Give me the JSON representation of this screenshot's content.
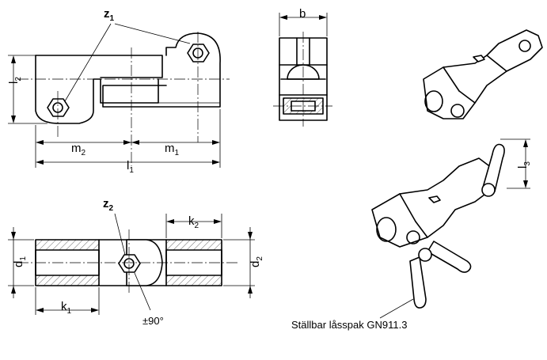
{
  "labels": {
    "z1": {
      "base": "z",
      "sub": "1"
    },
    "z2": {
      "base": "z",
      "sub": "2"
    },
    "b": "b",
    "l1": {
      "base": "l",
      "sub": "1"
    },
    "l2": {
      "base": "l",
      "sub": "2"
    },
    "l3": {
      "base": "l",
      "sub": "3"
    },
    "m1": {
      "base": "m",
      "sub": "1"
    },
    "m2": {
      "base": "m",
      "sub": "2"
    },
    "k1": {
      "base": "k",
      "sub": "1"
    },
    "k2": {
      "base": "k",
      "sub": "2"
    },
    "d1": {
      "base": "d",
      "sub": "1"
    },
    "d2": {
      "base": "d",
      "sub": "2"
    },
    "rotation": "±90°"
  },
  "caption": "Ställbar låsspak GN911.3"
}
